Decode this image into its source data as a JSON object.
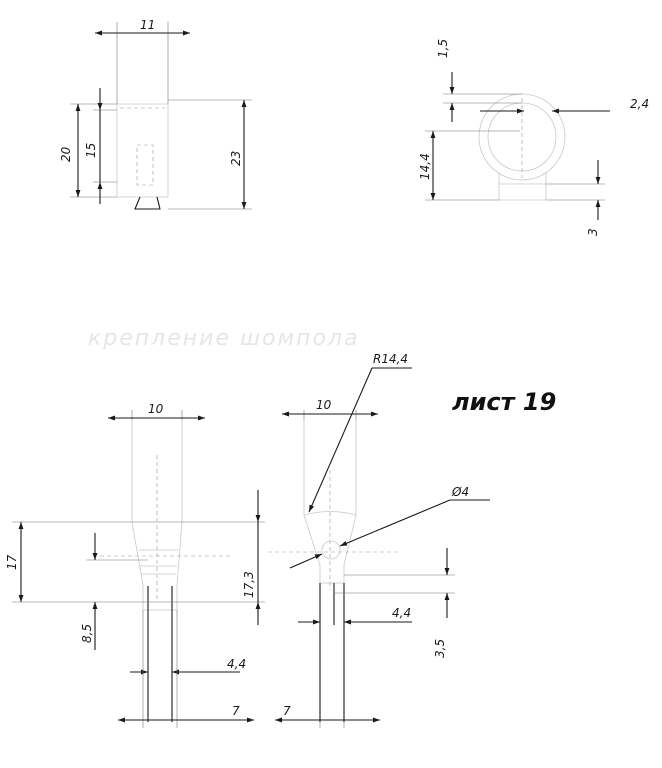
{
  "title": "крепление шомпола",
  "sheet_label": "лист 19",
  "dims": {
    "top_left_width": "11",
    "top_left_height_total": "20",
    "top_left_height_inner": "15",
    "top_left_height_right": "23",
    "top_right_top": "1,5",
    "top_right_wall": "2,4",
    "top_right_height": "14,4",
    "top_right_base": "3",
    "bottom_left_width": "10",
    "bottom_left_height": "17",
    "bottom_left_height_right": "17,3",
    "bottom_left_low": "8,5",
    "bottom_left_slot": "4,4",
    "bottom_left_stem": "7",
    "bottom_right_radius": "R14,4",
    "bottom_right_width": "10",
    "bottom_right_hole": "Ø4",
    "bottom_right_slot": "4,4",
    "bottom_right_stem": "7",
    "bottom_right_step": "3,5"
  }
}
